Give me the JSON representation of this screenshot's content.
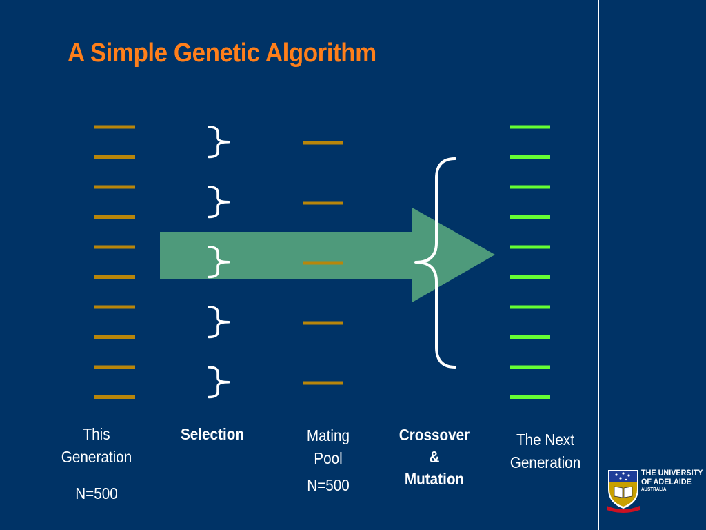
{
  "title": "A Simple Genetic Algorithm",
  "colors": {
    "background": "#003366",
    "title": "#FF7F1A",
    "population_dash": "#B8860B",
    "next_gen_dash": "#66FF33",
    "arrow": "#4E9A7B",
    "bracket": "#FFFFFF"
  },
  "columns": {
    "this_generation": {
      "line1": "This",
      "line2": "Generation",
      "count": "N=500",
      "individuals": 10
    },
    "selection": {
      "label": "Selection",
      "groups": 5
    },
    "mating_pool": {
      "line1": "Mating",
      "line2": "Pool",
      "count": "N=500",
      "individuals": 5
    },
    "crossover": {
      "line1": "Crossover",
      "line2": "&",
      "line3": "Mutation"
    },
    "next_generation": {
      "line1": "The Next",
      "line2": "Generation",
      "individuals": 10
    }
  },
  "logo": {
    "line1": "THE UNIVERSITY",
    "line2": "OF ADELAIDE",
    "line3": "AUSTRALIA",
    "shield_icon": "university-shield-icon"
  }
}
